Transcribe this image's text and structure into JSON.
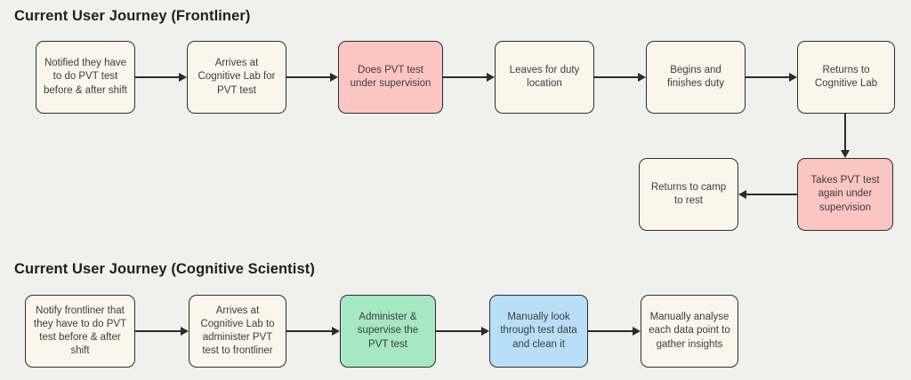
{
  "canvas": {
    "background": "#f0f0ee"
  },
  "colors": {
    "node_default_bg": "#fbf6eb",
    "node_negative_bg": "#fbc5c2",
    "node_positive_bg": "#a6e7c4",
    "node_info_bg": "#b7dff8",
    "node_border": "#2e2e2e",
    "arrow": "#2b2b2b",
    "title_text": "#1f1f1f",
    "node_text": "#3d3d3d"
  },
  "journeys": [
    {
      "title": "Current User Journey (Frontliner)",
      "steps": [
        {
          "label": "Notified they have to do PVT test before & after shift",
          "tone": "default"
        },
        {
          "label": "Arrives at Cognitive Lab for PVT test",
          "tone": "default"
        },
        {
          "label": "Does PVT test under supervision",
          "tone": "negative"
        },
        {
          "label": "Leaves for duty location",
          "tone": "default"
        },
        {
          "label": "Begins and finishes duty",
          "tone": "default"
        },
        {
          "label": "Returns to Cognitive Lab",
          "tone": "default"
        },
        {
          "label": "Takes PVT test again under supervision",
          "tone": "negative"
        },
        {
          "label": "Returns to camp to rest",
          "tone": "default"
        }
      ]
    },
    {
      "title": "Current User Journey (Cognitive Scientist)",
      "steps": [
        {
          "label": "Notify frontliner that they have to do PVT test before & after shift",
          "tone": "default"
        },
        {
          "label": "Arrives at Cognitive Lab to administer PVT test to frontliner",
          "tone": "default"
        },
        {
          "label": "Administer & supervise the PVT test",
          "tone": "positive"
        },
        {
          "label": "Manually look through test data and clean it",
          "tone": "info"
        },
        {
          "label": "Manually analyse each data point to gather insights",
          "tone": "default"
        }
      ]
    }
  ]
}
